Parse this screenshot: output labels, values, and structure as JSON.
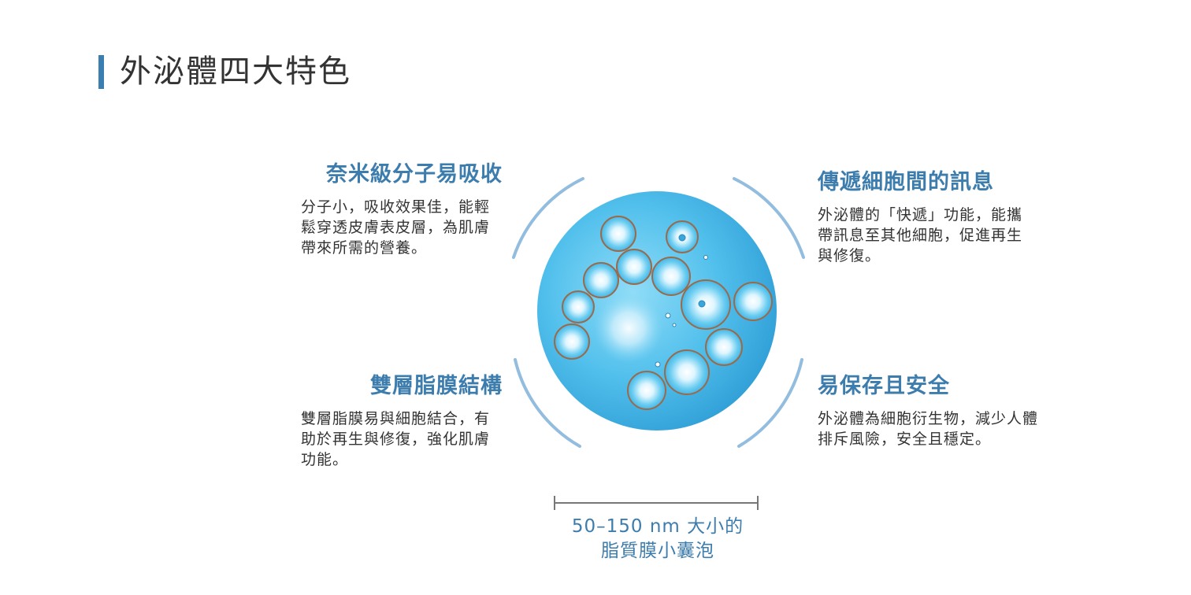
{
  "page": {
    "title": "外泌體四大特色",
    "accent_color": "#3b7fb1",
    "heading_color": "#3d7dad"
  },
  "features": {
    "nano": {
      "heading": "奈米級分子易吸收",
      "body": "分子小，吸收效果佳，能輕鬆穿透皮膚表皮層，為肌膚帶來所需的營養。"
    },
    "delivery": {
      "heading": "傳遞細胞間的訊息",
      "body": "外泌體的「快遞」功能，能攜帶訊息至其他細胞，促進再生與修復。"
    },
    "bilayer": {
      "heading": "雙層脂膜結構",
      "body": "雙層脂膜易與細胞結合，有助於再生與修復，強化肌膚功能。"
    },
    "safety": {
      "heading": "易保存且安全",
      "body": "外泌體為細胞衍生物，減少人體排斥風險，安全且穩定。"
    }
  },
  "diagram": {
    "icon": "exosome-vesicle-illustration",
    "sphere_color": "#4ab8e6",
    "arc_color": "#7fb2d9"
  },
  "scale": {
    "line1": "50–150 nm 大小的",
    "line2": "脂質膜小囊泡"
  }
}
